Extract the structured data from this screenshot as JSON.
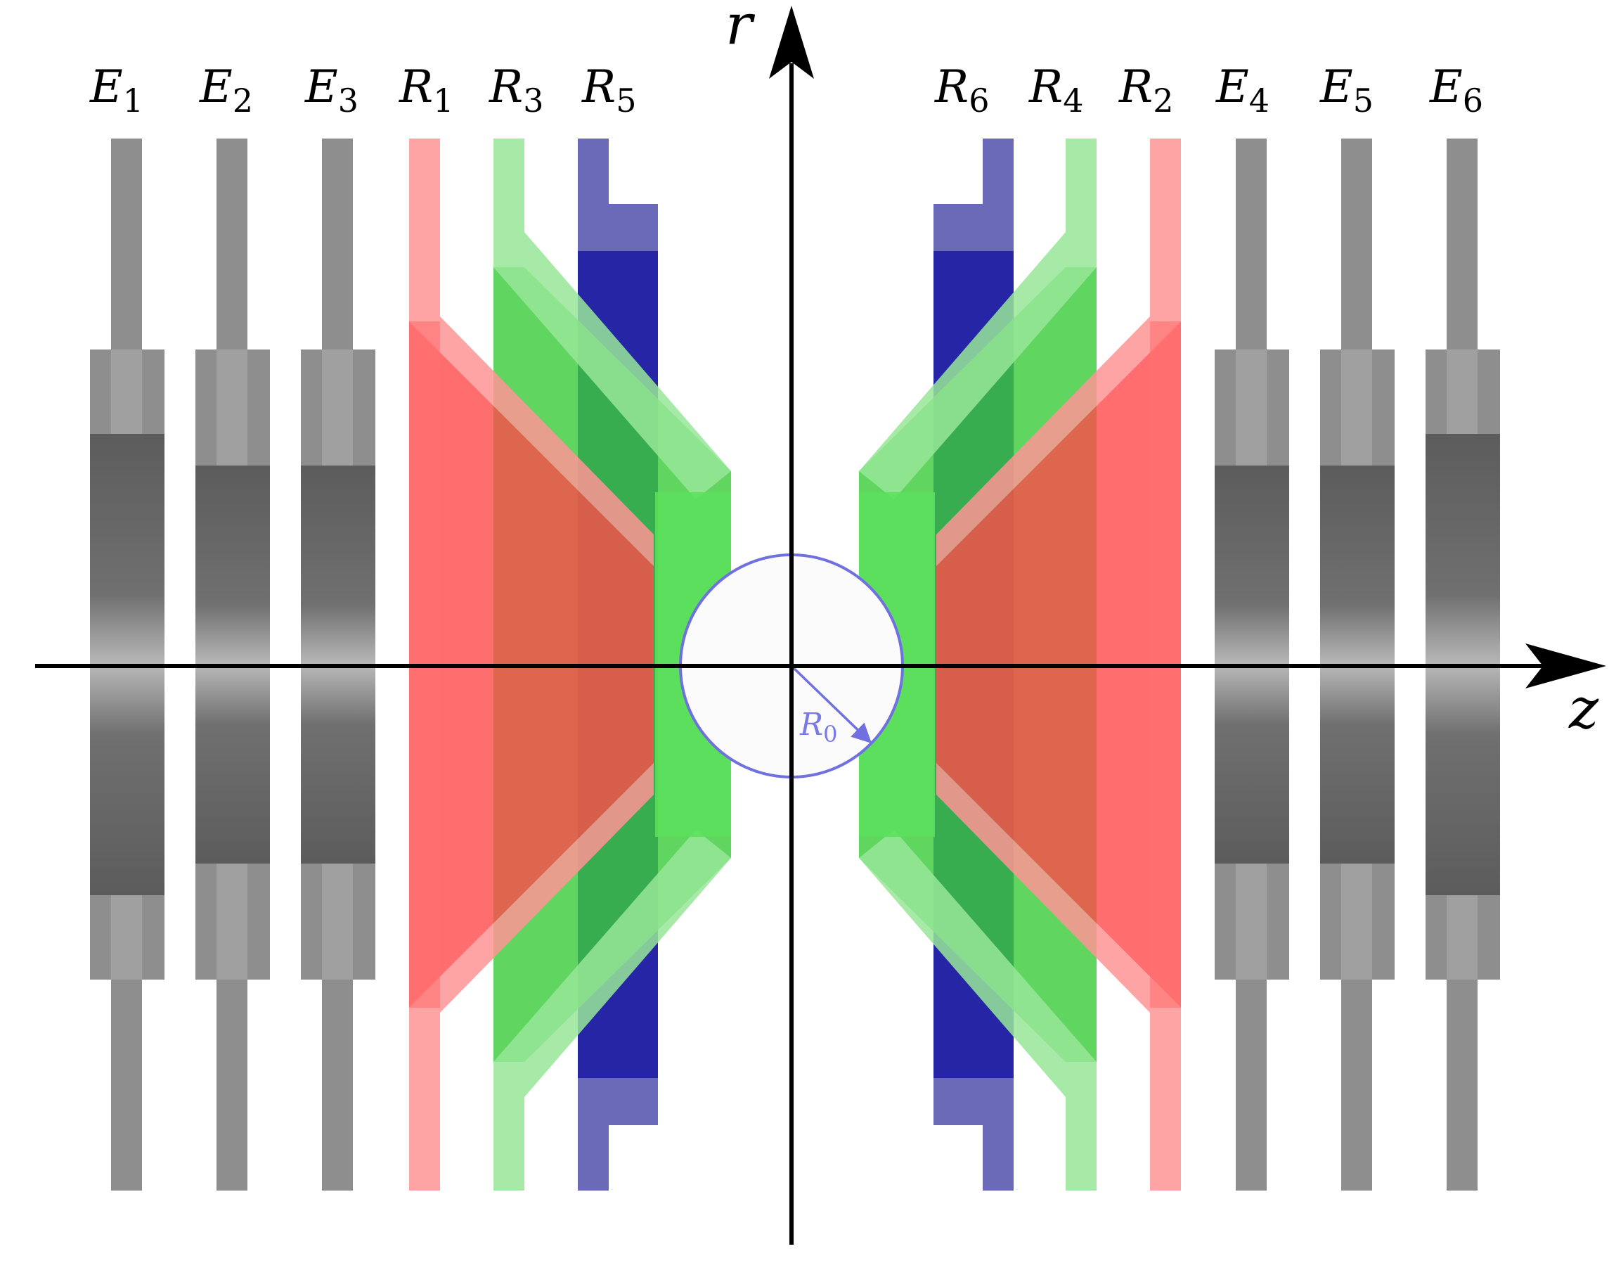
{
  "labels": {
    "E1": {
      "main": "E",
      "sub": "1"
    },
    "E2": {
      "main": "E",
      "sub": "2"
    },
    "E3": {
      "main": "E",
      "sub": "3"
    },
    "E4": {
      "main": "E",
      "sub": "4"
    },
    "E5": {
      "main": "E",
      "sub": "5"
    },
    "E6": {
      "main": "E",
      "sub": "6"
    },
    "R1": {
      "main": "R",
      "sub": "1"
    },
    "R2": {
      "main": "R",
      "sub": "2"
    },
    "R3": {
      "main": "R",
      "sub": "3"
    },
    "R4": {
      "main": "R",
      "sub": "4"
    },
    "R5": {
      "main": "R",
      "sub": "5"
    },
    "R6": {
      "main": "R",
      "sub": "6"
    },
    "R0": {
      "main": "R",
      "sub": "0"
    }
  },
  "axes": {
    "r": "r",
    "z": "z"
  },
  "colors": {
    "gray_electrode": "#8e8e8e",
    "gray_dark": "#606060",
    "red": "#ff4a4a",
    "red_light": "#ff9494",
    "green": "#3dcc3d",
    "green_light": "#98e698",
    "blue": "#2525a6",
    "blue_light": "#6a6ab8",
    "circle": "#7070e0"
  }
}
